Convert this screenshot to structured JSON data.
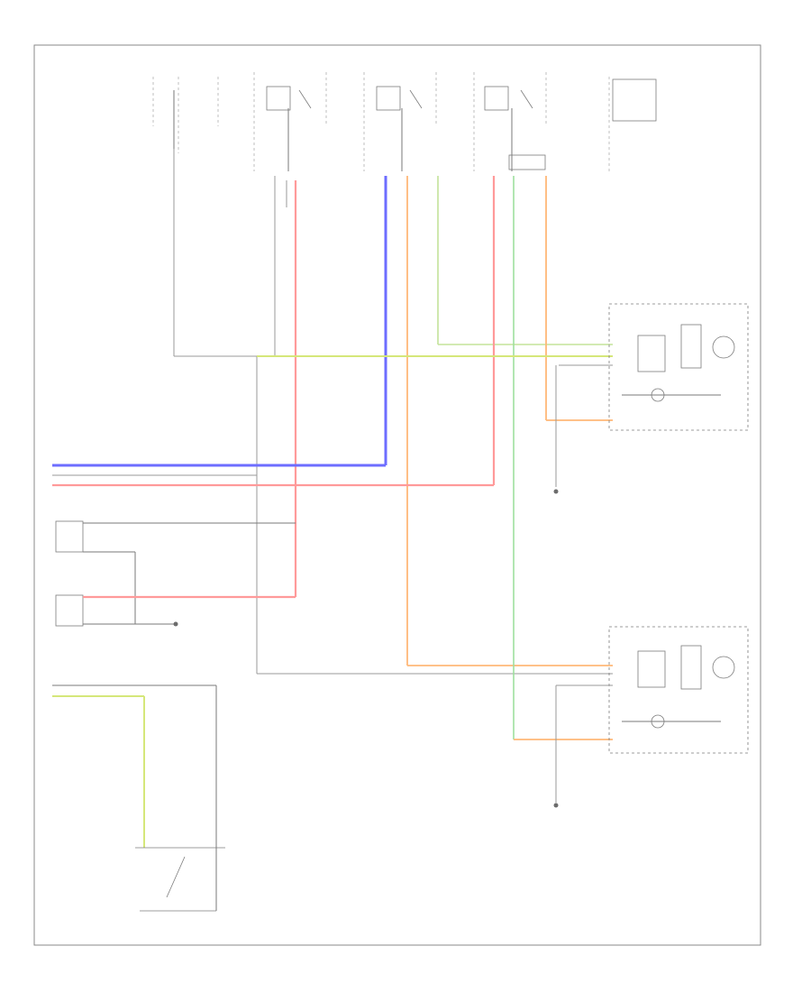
{
  "page_code": "",
  "fuses": [
    {
      "id": "fuse-1",
      "lines": [
        "",
        "",
        "",
        "",
        ""
      ]
    },
    {
      "id": "fuse-2",
      "lines": [
        "",
        "",
        ""
      ]
    },
    {
      "id": "fuse-3",
      "lines": [
        "",
        "",
        ""
      ]
    },
    {
      "id": "fuse-4",
      "lines": [
        "",
        "",
        ""
      ]
    }
  ],
  "wires": {
    "yel": "",
    "blu": "",
    "pink": "",
    "red": ""
  },
  "components": {
    "left_headlight": "",
    "right_headlight": "",
    "left_tail": "",
    "right_tail": "",
    "dimmer_switch": "",
    "ground_left": "",
    "ground_right": "",
    "ground_center": ""
  },
  "colors": {
    "blue_wire": "#6d6dff",
    "pink_wire": "#ff9a9a",
    "orange_wire": "#ffb878",
    "green_wire": "#9ee09e",
    "yellow_green_wire": "#d5e77a",
    "gray_wire": "#9a9a9a"
  }
}
